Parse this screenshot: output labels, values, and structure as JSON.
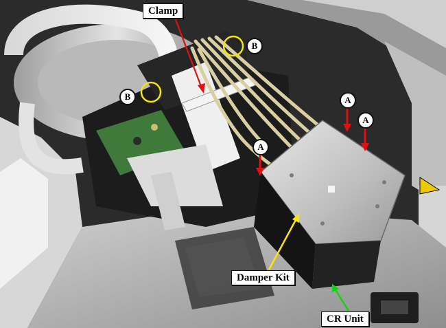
{
  "photo": {
    "labels": {
      "clamp": "Clamp",
      "damper_kit": "Damper Kit",
      "cr_unit": "CR Unit"
    },
    "markers": {
      "b_top": "B",
      "b_left": "B",
      "a_1": "A",
      "a_2": "A",
      "a_3": "A"
    },
    "colors": {
      "clamp_arrow": "#e01010",
      "a_arrows": "#e01010",
      "damper_arrow": "#ffe600",
      "cr_arrow": "#12d412",
      "b_circles": "#f2e600"
    }
  }
}
